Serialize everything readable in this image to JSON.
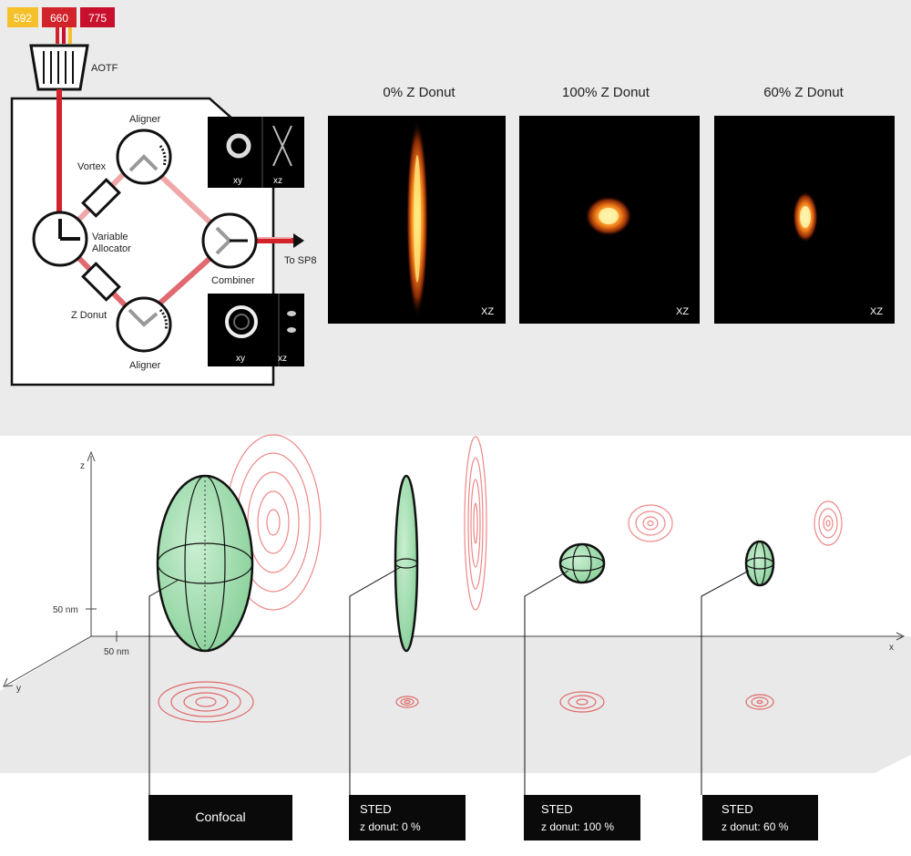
{
  "lasers": [
    {
      "label": "592",
      "color": "#f5c02a"
    },
    {
      "label": "660",
      "color": "#d2232a"
    },
    {
      "label": "775",
      "color": "#c8102e"
    }
  ],
  "optics": {
    "aotf": "AOTF",
    "aligner_top": "Aligner",
    "aligner_bottom": "Aligner",
    "vortex": "Vortex",
    "variable_allocator_line1": "Variable",
    "variable_allocator_line2": "Allocator",
    "z_donut": "Z Donut",
    "combiner": "Combiner",
    "to_sp8": "To SP8",
    "inset_xy_top": "xy",
    "inset_xz_top": "xz",
    "inset_xy_bottom": "xy",
    "inset_xz_bottom": "xz"
  },
  "psf_panels": [
    {
      "title": "0% Z Donut",
      "axis": "XZ"
    },
    {
      "title": "100% Z Donut",
      "axis": "XZ"
    },
    {
      "title": "60% Z Donut",
      "axis": "XZ"
    }
  ],
  "axes_3d": {
    "z_label": "z",
    "x_label": "x",
    "y_label": "y",
    "z_tick": "50 nm",
    "x_tick": "50 nm"
  },
  "callouts": [
    {
      "line1": "Confocal",
      "line2": ""
    },
    {
      "line1": "STED",
      "line2": "z donut: 0 %"
    },
    {
      "line1": "STED",
      "line2": "z donut: 100 %"
    },
    {
      "line1": "STED",
      "line2": "z donut: 60 %"
    }
  ],
  "colors": {
    "beam_red": "#d2232a",
    "beam_pink": "#f0a7a8",
    "ellipsoid_fill": "#a8dfb4",
    "ring_red": "#d94a4a",
    "panel_bg": "#ebebeb"
  }
}
